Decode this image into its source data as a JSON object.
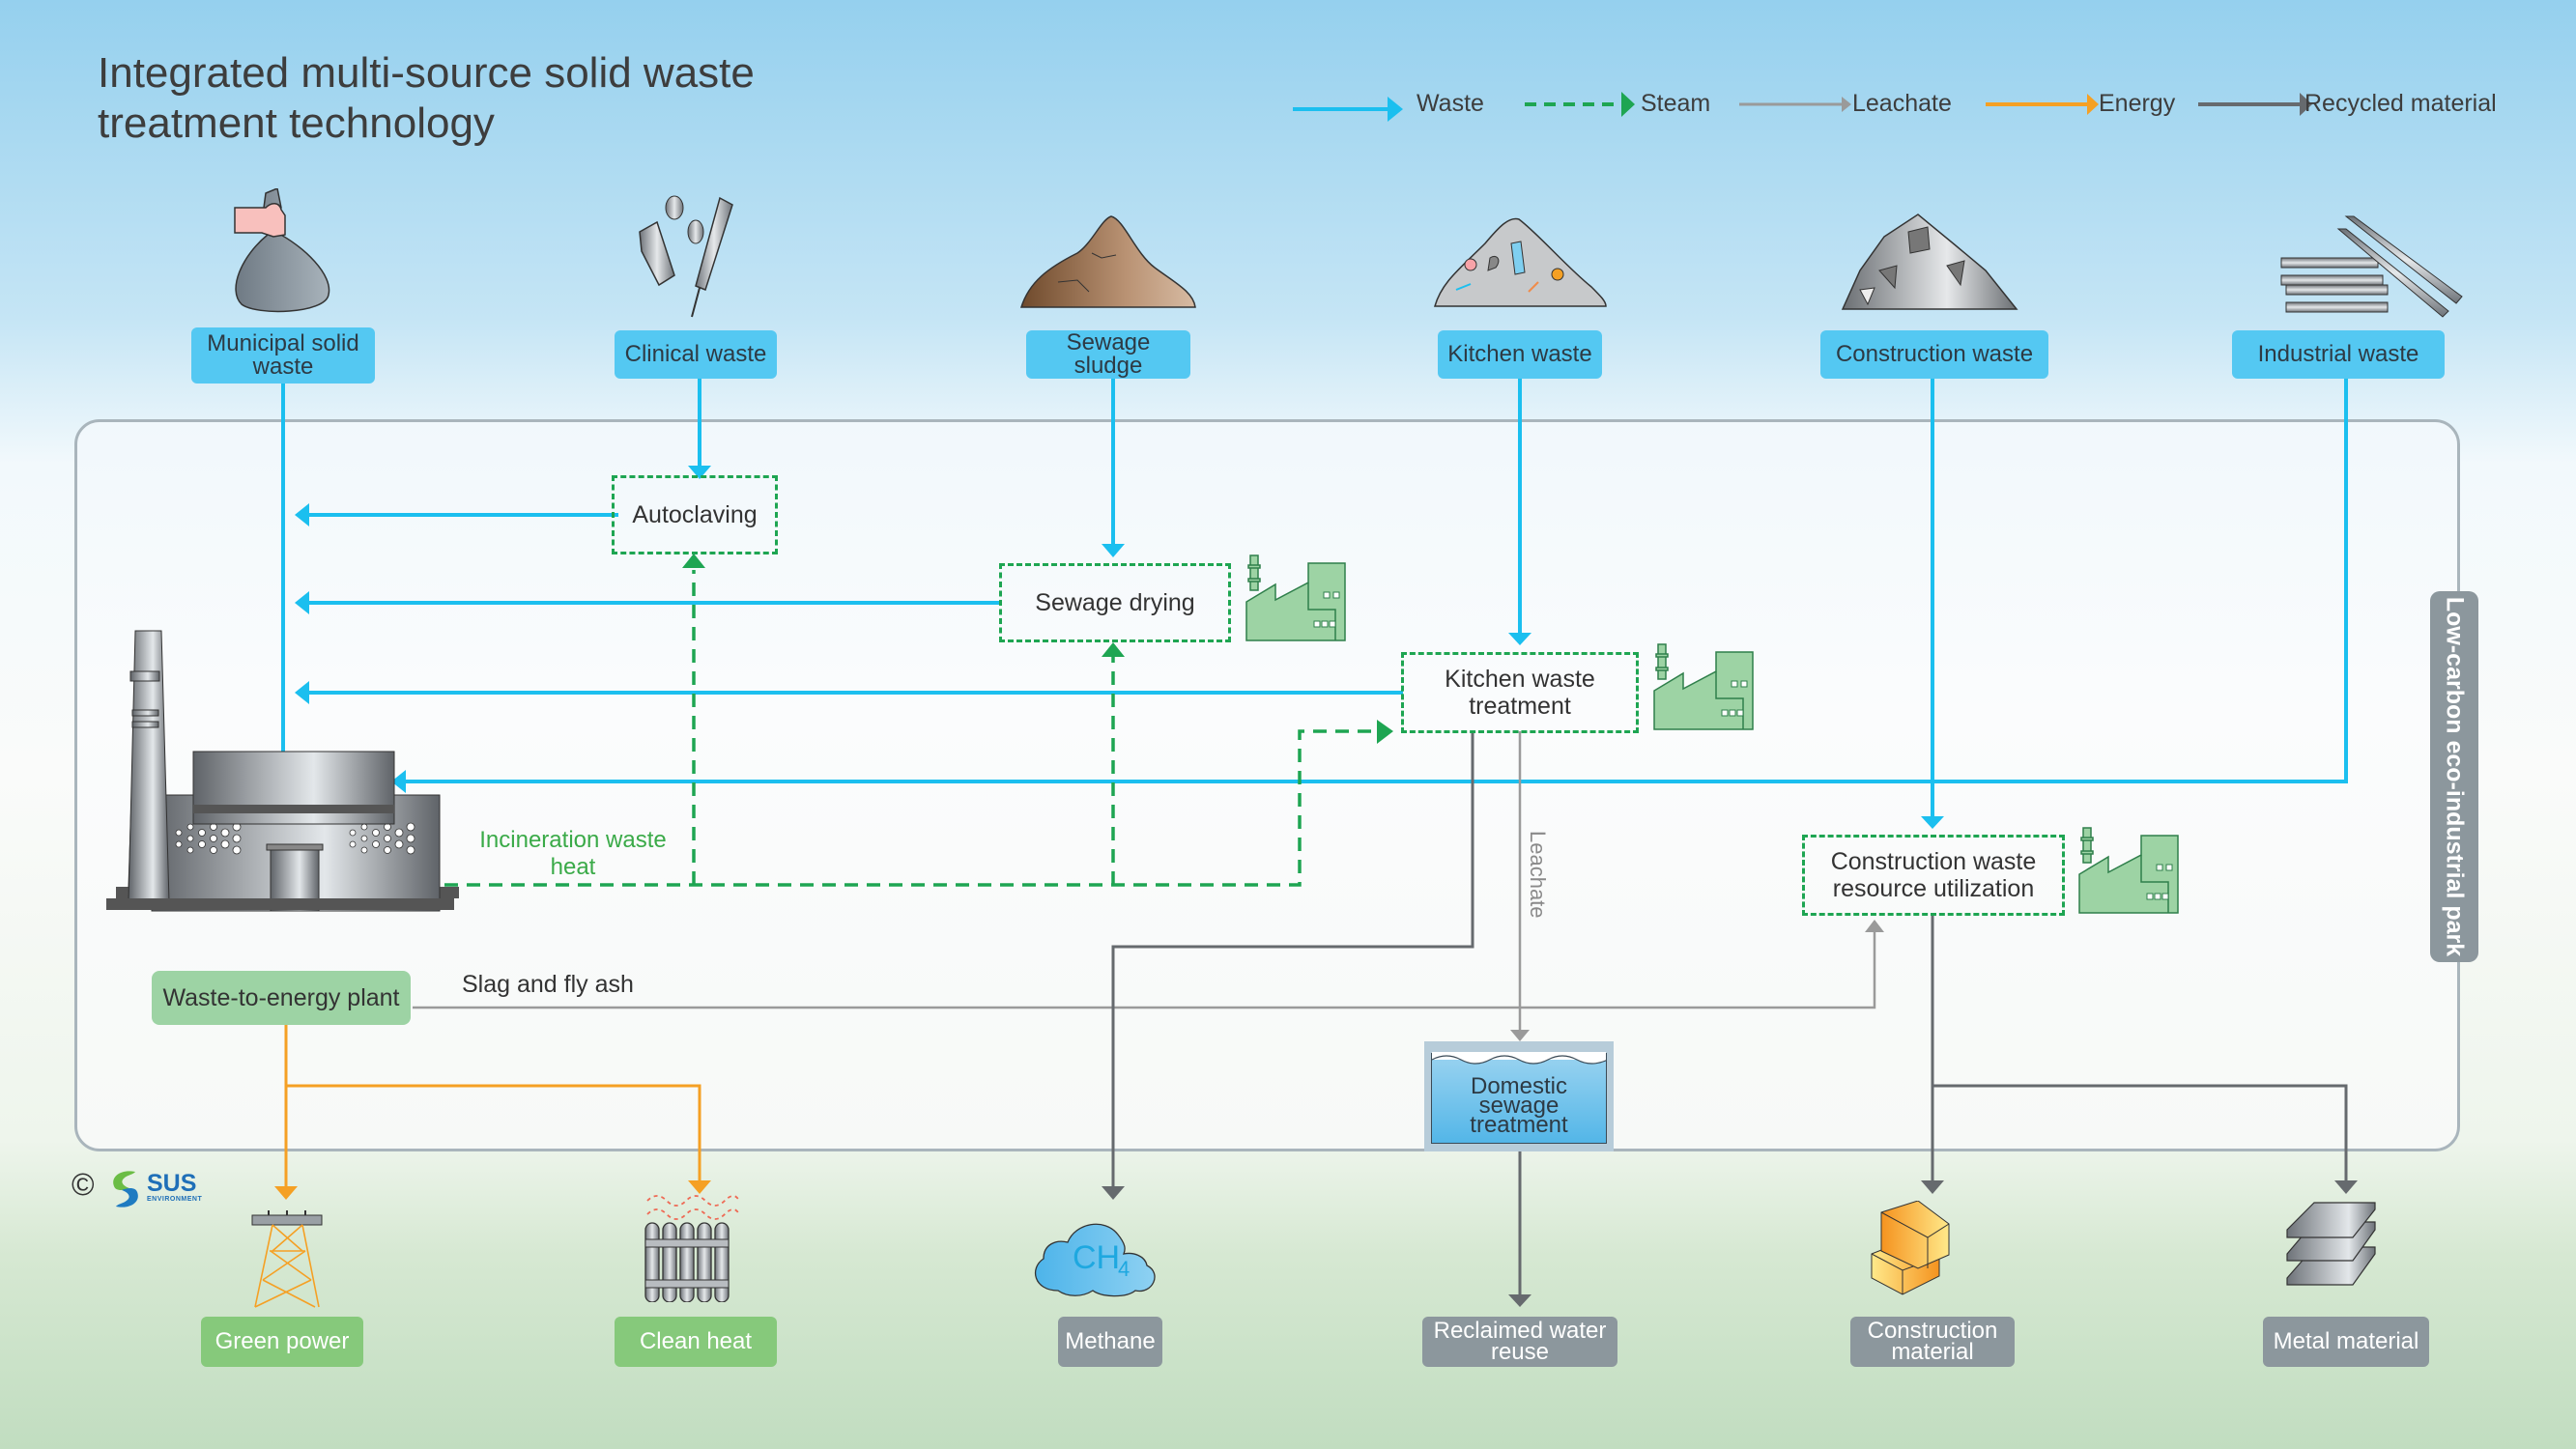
{
  "title": "Integrated multi-source solid waste treatment technology",
  "title_lines": [
    "Integrated multi-source solid waste",
    "treatment technology"
  ],
  "legend": [
    {
      "label": "Waste",
      "style": "solid",
      "color": "#1bbfef"
    },
    {
      "label": "Steam",
      "style": "dashed",
      "color": "#1ea552"
    },
    {
      "label": "Leachate",
      "style": "solid",
      "color": "#9a9a9a"
    },
    {
      "label": "Energy",
      "style": "solid",
      "color": "#f5a024"
    },
    {
      "label": "Recycled material",
      "style": "solid",
      "color": "#666a6e"
    }
  ],
  "sources": [
    {
      "label": "Municipal solid waste",
      "icon": "garbage-bag-icon"
    },
    {
      "label": "Clinical waste",
      "icon": "syringe-vial-icon"
    },
    {
      "label": "Sewage sludge",
      "icon": "sludge-pile-icon"
    },
    {
      "label": "Kitchen waste",
      "icon": "kitchen-waste-pile-icon"
    },
    {
      "label": "Construction waste",
      "icon": "rubble-pile-icon"
    },
    {
      "label": "Industrial waste",
      "icon": "steel-beams-icon"
    }
  ],
  "processes": {
    "autoclaving": "Autoclaving",
    "sewage_drying": "Sewage drying",
    "kitchen_treatment": "Kitchen waste treatment",
    "construction_utilization": "Construction waste resource utilization",
    "domestic_sewage": "Domestic sewage treatment"
  },
  "plant": {
    "label": "Waste-to-energy plant",
    "steam_label": "Incineration waste heat",
    "slag_label": "Slag and fly ash",
    "leachate_label": "Leachate"
  },
  "park_label": "Low-carbon eco-industrial park",
  "outputs": [
    {
      "label": "Green power",
      "kind": "energy",
      "icon": "power-tower-icon"
    },
    {
      "label": "Clean heat",
      "kind": "energy",
      "icon": "radiator-icon"
    },
    {
      "label": "Methane",
      "kind": "material",
      "icon": "methane-cloud-icon",
      "formula": "CH",
      "subscript": "4"
    },
    {
      "label": "Reclaimed water reuse",
      "kind": "material",
      "icon": "water-icon"
    },
    {
      "label": "Construction material",
      "kind": "material",
      "icon": "bricks-icon"
    },
    {
      "label": "Metal material",
      "kind": "material",
      "icon": "metal-plates-icon"
    }
  ],
  "logo": {
    "copyright": "©",
    "brand": "SUS",
    "sub": "ENVIRONMENT"
  },
  "colors": {
    "waste": "#1bbfef",
    "steam": "#1ea552",
    "leachate": "#9a9a9a",
    "energy": "#f5a024",
    "recycled": "#666a6e",
    "source_label_bg": "#54c8f2",
    "energy_output_bg": "#86c97b",
    "material_output_bg": "#8c979d",
    "factory_green": "#9dd3a4"
  }
}
